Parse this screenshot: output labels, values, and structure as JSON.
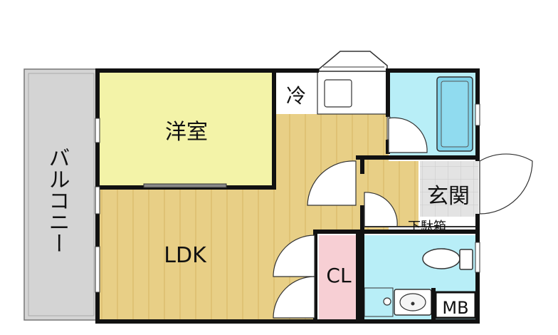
{
  "rooms": {
    "western_room": "洋室",
    "ldk": "LDK",
    "refrigerator": "冷",
    "entrance": "玄関",
    "shoe_box": "下駄箱",
    "closet": "CL",
    "meter_box": "MB",
    "balcony": "バルコニー"
  },
  "colors": {
    "western_room": "#f3f3a8",
    "flooring": "#e8cf86",
    "flooring_stripe": "#d9b968",
    "wet_area": "#b8eef7",
    "bathtub": "#7fd3ea",
    "closet": "#f7cfd4",
    "balcony": "#d4d4d4",
    "entrance_tile": "#e3e3e3",
    "wall": "#111111"
  }
}
